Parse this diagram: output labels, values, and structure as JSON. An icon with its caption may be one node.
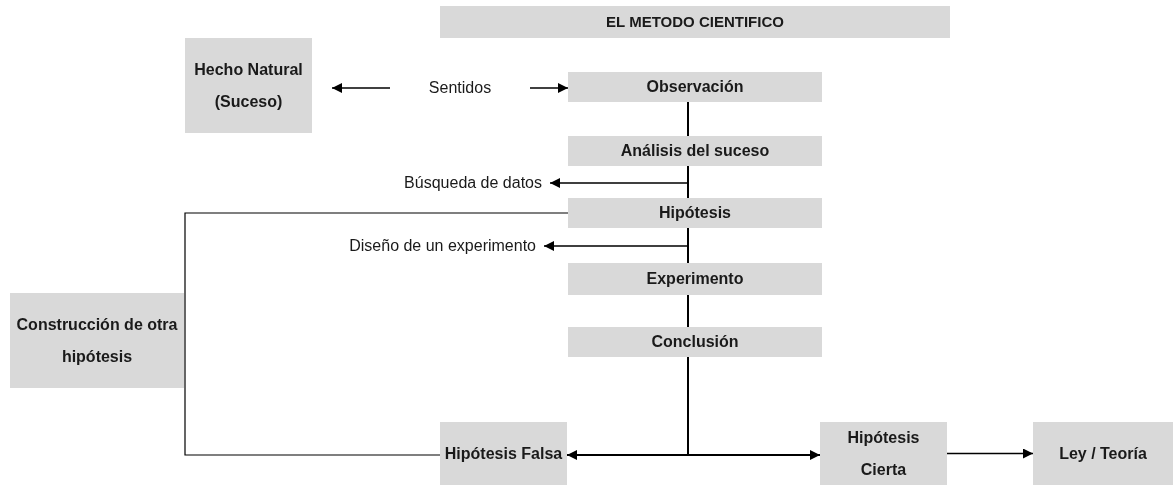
{
  "diagram": {
    "title": "EL METODO CIENTIFICO",
    "nodes": [
      {
        "text": [
          "Hecho Natural (Suceso)"
        ]
      },
      {
        "text": [
          "Sentidos"
        ]
      },
      {
        "text": [
          "Observación"
        ]
      },
      {
        "text": [
          "Análisis del suceso"
        ]
      },
      {
        "text": [
          "Búsqueda de datos"
        ]
      },
      {
        "text": [
          "Hipótesis"
        ]
      },
      {
        "text": [
          "Diseño de un experimento"
        ]
      },
      {
        "text": [
          "Experimento"
        ]
      },
      {
        "text": [
          "Conclusión"
        ]
      },
      {
        "text": [
          "Construcción de otra hipótesis"
        ]
      },
      {
        "text": [
          "Hipótesis Falsa"
        ]
      },
      {
        "text": [
          "Hipótesis Cierta"
        ]
      },
      {
        "text": [
          "Ley / Teoría"
        ]
      }
    ],
    "edges": [
      {
        "from": 1,
        "to": 0,
        "arrow": "to"
      },
      {
        "from": 1,
        "to": 2,
        "arrow": "to"
      },
      {
        "from": 2,
        "to": 3,
        "arrow": "none"
      },
      {
        "from": 3,
        "to": 5,
        "arrow": "none"
      },
      {
        "from": 3,
        "to": 4,
        "arrow": "to"
      },
      {
        "from": 5,
        "to": 7,
        "arrow": "none"
      },
      {
        "from": 5,
        "to": 6,
        "arrow": "to"
      },
      {
        "from": 7,
        "to": 8,
        "arrow": "none"
      },
      {
        "from": 8,
        "to": 10,
        "arrow": "to"
      },
      {
        "from": 8,
        "to": 11,
        "arrow": "to"
      },
      {
        "from": 10,
        "to": 5,
        "arrow": "none"
      },
      {
        "from": 11,
        "to": 12,
        "arrow": "to"
      }
    ]
  }
}
